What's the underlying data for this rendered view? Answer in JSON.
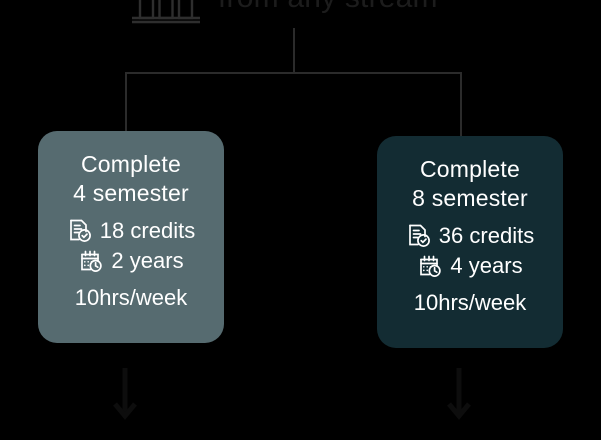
{
  "header": {
    "icon": "institution-building-icon",
    "title": "from any stream"
  },
  "connectors": {
    "stem": "vertical-connector",
    "bar": "horizontal-connector",
    "drop_left": "left-branch-connector",
    "drop_right": "right-branch-connector"
  },
  "cards": [
    {
      "id": "four-semester-track",
      "bg_color": "#566b70",
      "heading_line1": "Complete",
      "heading_line2": "4 semester",
      "metrics": [
        {
          "icon": "document-check-icon",
          "value": "18",
          "label": "credits"
        },
        {
          "icon": "calendar-clock-icon",
          "value": "2",
          "label": "years"
        }
      ],
      "footer": "10hrs/week"
    },
    {
      "id": "eight-semester-track",
      "bg_color": "#132c33",
      "heading_line1": "Complete",
      "heading_line2": "8 semester",
      "metrics": [
        {
          "icon": "document-check-icon",
          "value": "36",
          "label": "credits"
        },
        {
          "icon": "calendar-clock-icon",
          "value": "4",
          "label": "years"
        }
      ],
      "footer": "10hrs/week"
    }
  ],
  "arrows": [
    {
      "id": "left-down-arrow",
      "icon": "arrow-down-icon"
    },
    {
      "id": "right-down-arrow",
      "icon": "arrow-down-icon"
    }
  ],
  "colors": {
    "background": "#000000",
    "card_light": "#566b70",
    "card_dark": "#132c33",
    "connector": "#2b2b2b",
    "text_on_card": "#ffffff",
    "header_text": "#1c1c1c"
  }
}
